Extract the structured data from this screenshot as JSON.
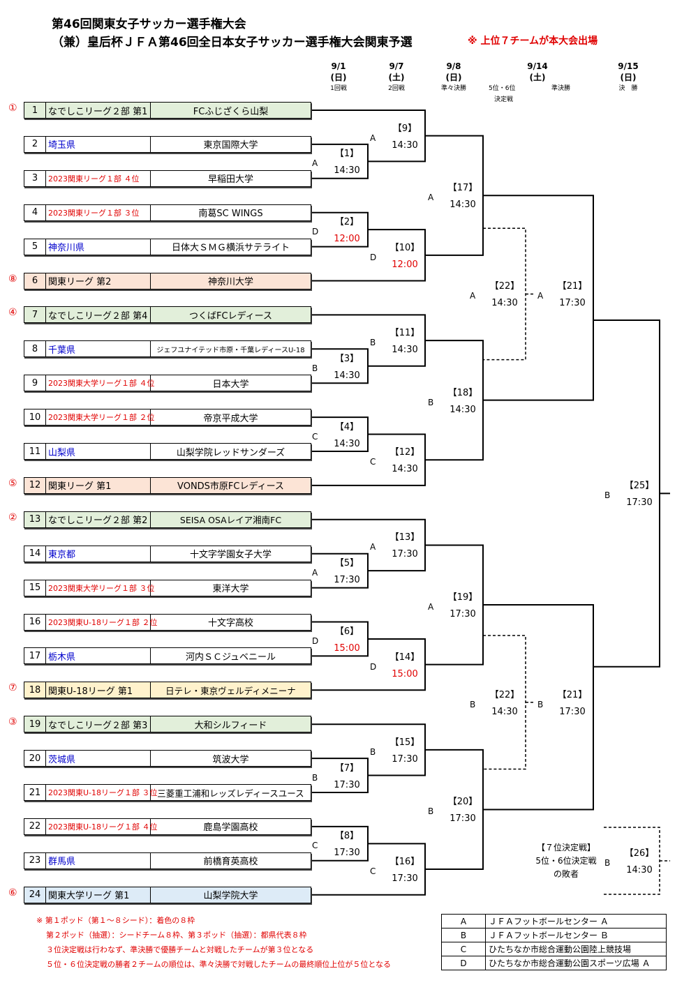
{
  "title_line1": "第46回関東女子サッカー選手権大会",
  "title_line2": "（兼）皇后杯ＪＦＡ第46回全日本女子サッカー選手権大会関東予選",
  "notice": "※ 上位７チームが本大会出場",
  "headers": [
    {
      "date": "9/1",
      "day": "(日)",
      "round": "1回戦"
    },
    {
      "date": "9/7",
      "day": "(土)",
      "round": "2回戦"
    },
    {
      "date": "9/8",
      "day": "(日)",
      "round": "準々決勝"
    },
    {
      "date": "9/14",
      "day": "(土)",
      "round": "",
      "sub1": "5位・6位",
      "sub2": "決定戦",
      "sub3": "準決勝"
    },
    {
      "date": "9/15",
      "day": "(日)",
      "round": "決　勝"
    }
  ],
  "teams": [
    {
      "num": "1",
      "cat": "なでしこリーグ２部 第1",
      "team": "FCふじざくら山梨",
      "seed": "①",
      "color": "#e2efda",
      "catColor": "#000"
    },
    {
      "num": "2",
      "cat": "埼玉県",
      "team": "東京国際大学",
      "seed": "",
      "color": "#ffffff",
      "catColor": "#0000cc"
    },
    {
      "num": "3",
      "cat": "2023関東リーグ１部 ４位",
      "team": "早稲田大学",
      "seed": "",
      "color": "#ffffff",
      "catColor": "#e00000"
    },
    {
      "num": "4",
      "cat": "2023関東リーグ１部 ３位",
      "team": "南葛SC WINGS",
      "seed": "",
      "color": "#ffffff",
      "catColor": "#e00000"
    },
    {
      "num": "5",
      "cat": "神奈川県",
      "team": "日体大ＳＭＧ横浜サテライト",
      "seed": "",
      "color": "#ffffff",
      "catColor": "#0000cc"
    },
    {
      "num": "6",
      "cat": "関東リーグ 第2",
      "team": "神奈川大学",
      "seed": "⑧",
      "color": "#fce4d6",
      "catColor": "#000"
    },
    {
      "num": "7",
      "cat": "なでしこリーグ２部 第4",
      "team": "つくばFCレディース",
      "seed": "④",
      "color": "#e2efda",
      "catColor": "#000"
    },
    {
      "num": "8",
      "cat": "千葉県",
      "team": "ジェフユナイテッド市原・千葉レディースU-18",
      "seed": "",
      "color": "#ffffff",
      "catColor": "#0000cc"
    },
    {
      "num": "9",
      "cat": "2023関東大学リーグ１部 ４位",
      "team": "日本大学",
      "seed": "",
      "color": "#ffffff",
      "catColor": "#e00000"
    },
    {
      "num": "10",
      "cat": "2023関東大学リーグ１部 ２位",
      "team": "帝京平成大学",
      "seed": "",
      "color": "#ffffff",
      "catColor": "#e00000"
    },
    {
      "num": "11",
      "cat": "山梨県",
      "team": "山梨学院レッドサンダーズ",
      "seed": "",
      "color": "#ffffff",
      "catColor": "#0000cc"
    },
    {
      "num": "12",
      "cat": "関東リーグ 第1",
      "team": "VONDS市原FCレディース",
      "seed": "⑤",
      "color": "#fce4d6",
      "catColor": "#000"
    },
    {
      "num": "13",
      "cat": "なでしこリーグ２部 第2",
      "team": "SEISA OSAレイア湘南FC",
      "seed": "②",
      "color": "#e2efda",
      "catColor": "#000"
    },
    {
      "num": "14",
      "cat": "東京都",
      "team": "十文字学園女子大学",
      "seed": "",
      "color": "#ffffff",
      "catColor": "#0000cc"
    },
    {
      "num": "15",
      "cat": "2023関東大学リーグ１部 ３位",
      "team": "東洋大学",
      "seed": "",
      "color": "#ffffff",
      "catColor": "#e00000"
    },
    {
      "num": "16",
      "cat": "2023関東U-18リーグ１部 ２位",
      "team": "十文字高校",
      "seed": "",
      "color": "#ffffff",
      "catColor": "#e00000"
    },
    {
      "num": "17",
      "cat": "栃木県",
      "team": "河内ＳＣジュベニール",
      "seed": "",
      "color": "#ffffff",
      "catColor": "#0000cc"
    },
    {
      "num": "18",
      "cat": "関東U-18リーグ 第1",
      "team": "日テレ・東京ヴェルディメニーナ",
      "seed": "⑦",
      "color": "#fff2cc",
      "catColor": "#000"
    },
    {
      "num": "19",
      "cat": "なでしこリーグ２部 第3",
      "team": "大和シルフィード",
      "seed": "③",
      "color": "#e2efda",
      "catColor": "#000"
    },
    {
      "num": "20",
      "cat": "茨城県",
      "team": "筑波大学",
      "seed": "",
      "color": "#ffffff",
      "catColor": "#0000cc"
    },
    {
      "num": "21",
      "cat": "2023関東U-18リーグ１部 ３位",
      "team": "三菱重工浦和レッズレディースユース",
      "seed": "",
      "color": "#ffffff",
      "catColor": "#e00000"
    },
    {
      "num": "22",
      "cat": "2023関東U-18リーグ１部 ４位",
      "team": "鹿島学園高校",
      "seed": "",
      "color": "#ffffff",
      "catColor": "#e00000"
    },
    {
      "num": "23",
      "cat": "群馬県",
      "team": "前橋育英高校",
      "seed": "",
      "color": "#ffffff",
      "catColor": "#0000cc"
    },
    {
      "num": "24",
      "cat": "関東大学リーグ 第1",
      "team": "山梨学院大学",
      "seed": "⑥",
      "color": "#ddebf7",
      "catColor": "#000"
    }
  ],
  "matches": [
    {
      "id": "【1】",
      "time": "14:30",
      "venue": "A",
      "red": false
    },
    {
      "id": "【2】",
      "time": "12:00",
      "venue": "D",
      "red": true
    },
    {
      "id": "【3】",
      "time": "14:30",
      "venue": "B",
      "red": false
    },
    {
      "id": "【4】",
      "time": "14:30",
      "venue": "C",
      "red": false
    },
    {
      "id": "【5】",
      "time": "17:30",
      "venue": "A",
      "red": false
    },
    {
      "id": "【6】",
      "time": "15:00",
      "venue": "D",
      "red": true
    },
    {
      "id": "【7】",
      "time": "17:30",
      "venue": "B",
      "red": false
    },
    {
      "id": "【8】",
      "time": "17:30",
      "venue": "C",
      "red": false
    },
    {
      "id": "【9】",
      "time": "14:30",
      "venue": "A",
      "red": false
    },
    {
      "id": "【10】",
      "time": "12:00",
      "venue": "D",
      "red": true
    },
    {
      "id": "【11】",
      "time": "14:30",
      "venue": "B",
      "red": false
    },
    {
      "id": "【12】",
      "time": "14:30",
      "venue": "C",
      "red": false
    },
    {
      "id": "【13】",
      "time": "17:30",
      "venue": "A",
      "red": false
    },
    {
      "id": "【14】",
      "time": "15:00",
      "venue": "D",
      "red": true
    },
    {
      "id": "【15】",
      "time": "17:30",
      "venue": "B",
      "red": false
    },
    {
      "id": "【16】",
      "time": "17:30",
      "venue": "C",
      "red": false
    },
    {
      "id": "【17】",
      "time": "14:30",
      "venue": "A",
      "red": false
    },
    {
      "id": "【18】",
      "time": "14:30",
      "venue": "B",
      "red": false
    },
    {
      "id": "【19】",
      "time": "17:30",
      "venue": "A",
      "red": false
    },
    {
      "id": "【20】",
      "time": "17:30",
      "venue": "B",
      "red": false
    },
    {
      "id": "【22】",
      "time": "14:30",
      "venue": "A",
      "red": false
    },
    {
      "id": "【21】",
      "time": "17:30",
      "venue": "A",
      "red": false
    },
    {
      "id": "【22】",
      "time": "14:30",
      "venue": "B",
      "red": false
    },
    {
      "id": "【21】",
      "time": "17:30",
      "venue": "B",
      "red": false
    },
    {
      "id": "【25】",
      "time": "17:30",
      "venue": "B",
      "red": false
    },
    {
      "id": "【26】",
      "time": "14:30",
      "venue": "B",
      "red": false
    }
  ],
  "seventh_place": {
    "line1": "【７位決定戦】",
    "line2": "5位・6位決定戦",
    "line3": "の敗者"
  },
  "notes": [
    "※ 第１ポッド（第１～８シード）：着色の８枠",
    "第２ポッド（抽選）：シードチーム８枠、第３ポッド（抽選）：都県代表８枠",
    "３位決定戦は行わなず、準決勝で優勝チームと対戦したチームが第３位となる",
    "５位・６位決定戦の勝者２チームの順位は、準々決勝で対戦したチームの最終順位上位が５位となる"
  ],
  "legend": [
    {
      "key": "A",
      "value": "ＪＦＡフットボールセンター Ａ"
    },
    {
      "key": "B",
      "value": "ＪＦＡフットボールセンター Ｂ"
    },
    {
      "key": "C",
      "value": "ひたちなか市総合運動公園陸上競技場"
    },
    {
      "key": "D",
      "value": "ひたちなか市総合運動公園スポーツ広場 Ａ"
    }
  ]
}
